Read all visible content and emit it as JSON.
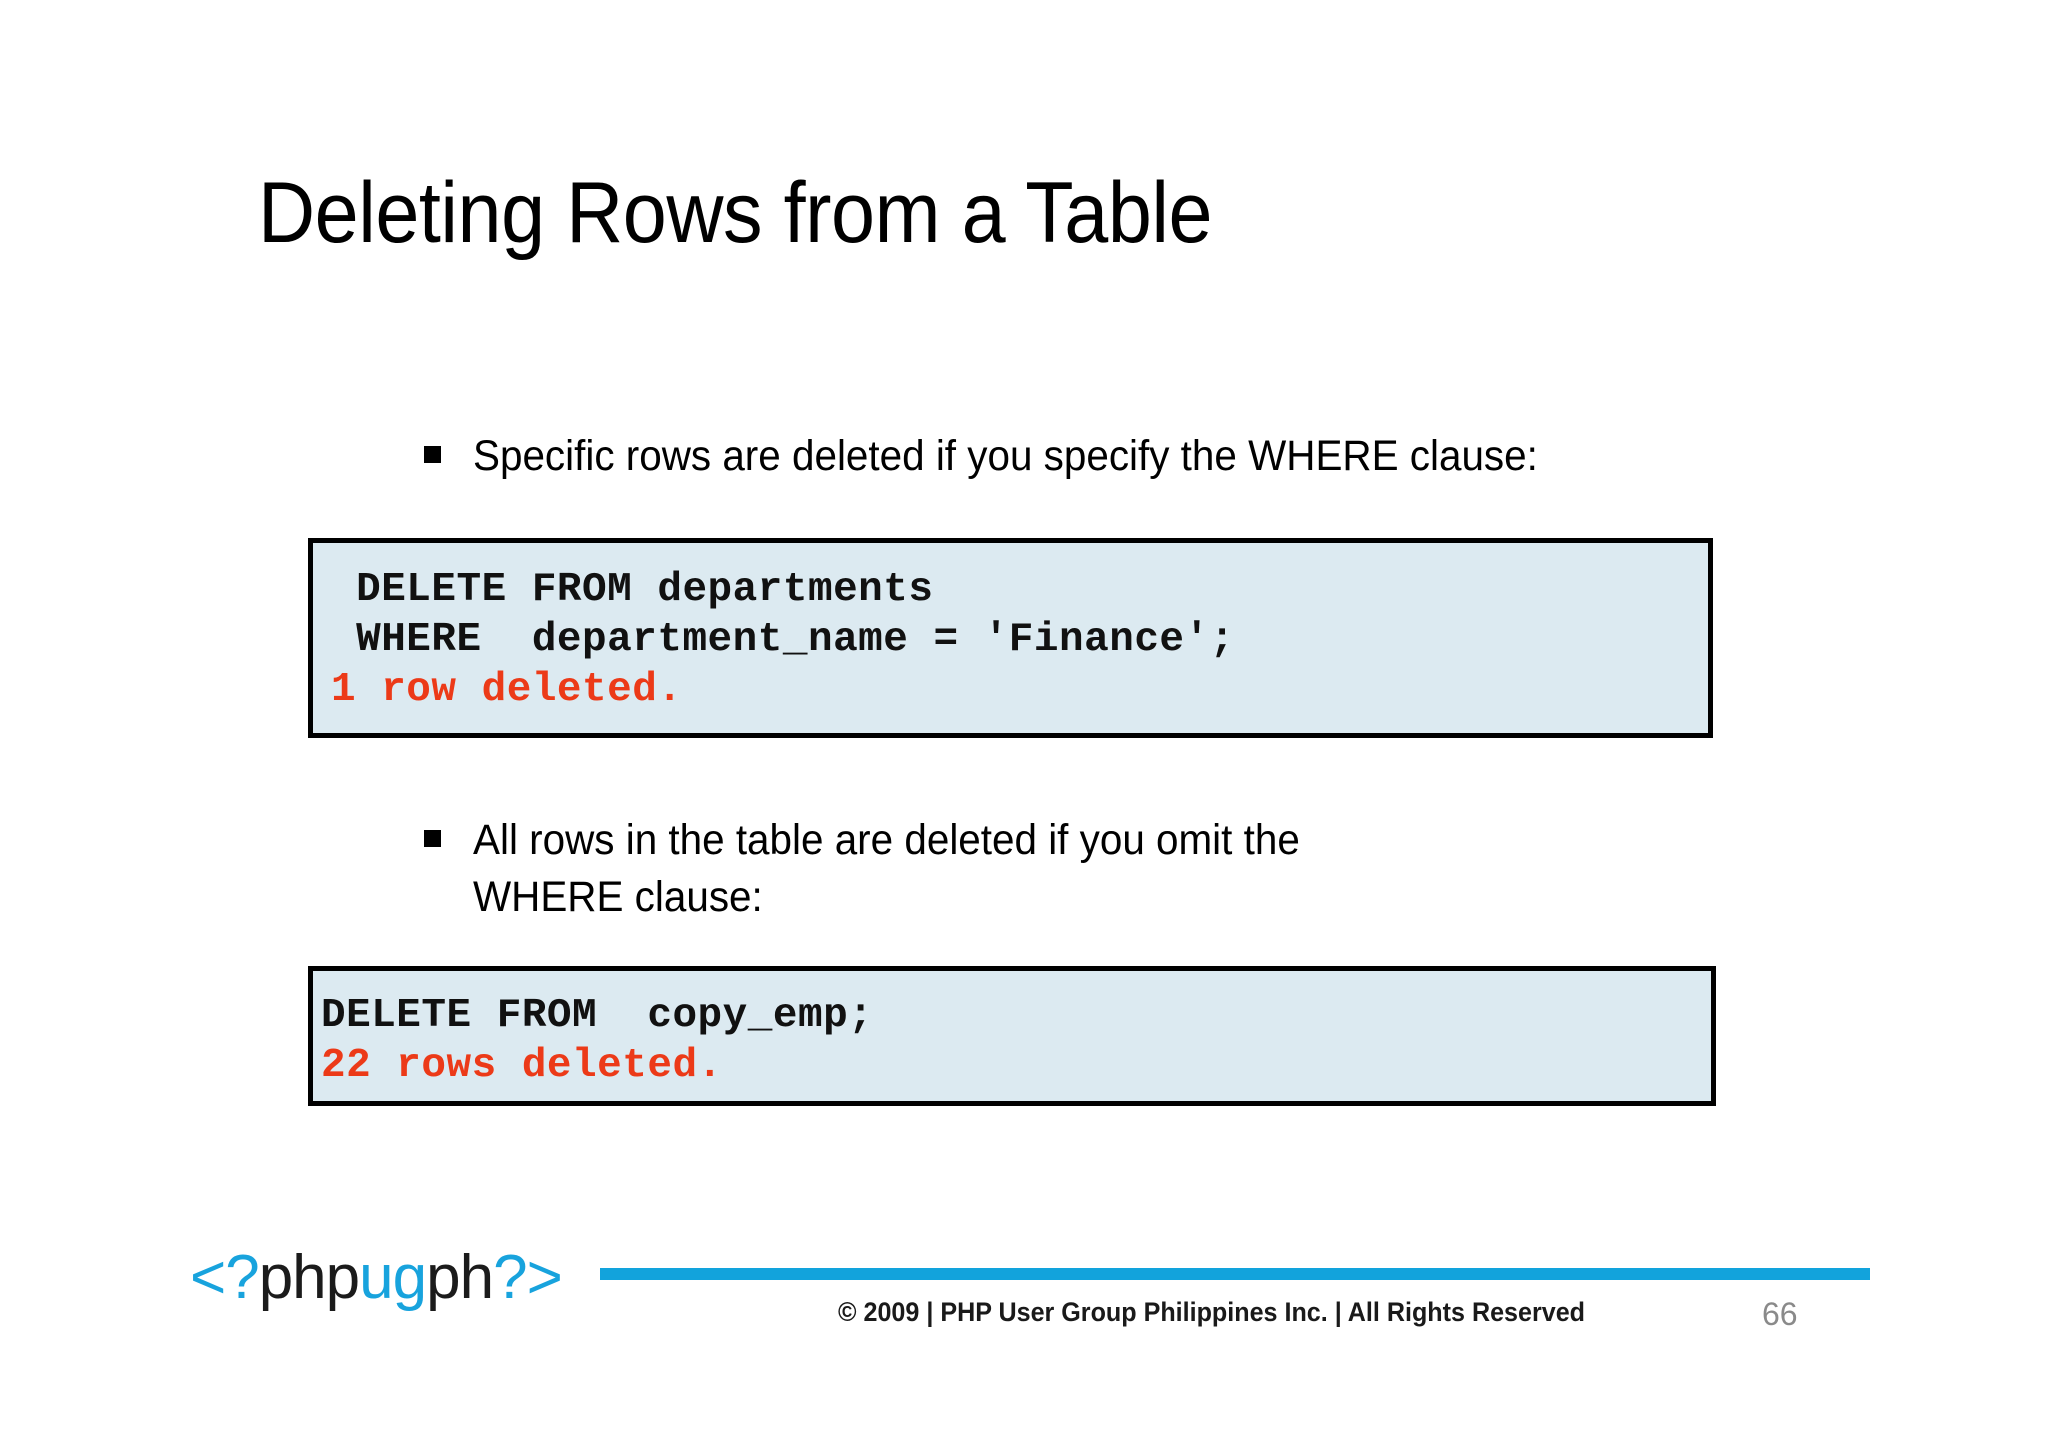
{
  "slide": {
    "title": "Deleting Rows from a Table",
    "page_number": "66",
    "background_color": "#ffffff",
    "bullets": [
      {
        "marker": "square-bullet",
        "text": "Specific rows are deleted if you specify the WHERE clause:"
      },
      {
        "marker": "square-bullet",
        "text": "All rows in the table are deleted if you omit the WHERE clause:"
      }
    ],
    "code_blocks": [
      {
        "background_color": "#dceaf1",
        "border_color": "#000000",
        "lines": [
          {
            "text": " DELETE FROM departments",
            "color": "#111111",
            "kind": "sql"
          },
          {
            "text": " WHERE  department_name = 'Finance';",
            "color": "#111111",
            "kind": "sql"
          },
          {
            "text": "1 row deleted.",
            "color": "#ec3a18",
            "kind": "result"
          }
        ]
      },
      {
        "background_color": "#dceaf1",
        "border_color": "#000000",
        "lines": [
          {
            "text": "DELETE FROM  copy_emp;",
            "color": "#111111",
            "kind": "sql"
          },
          {
            "text": "22 rows deleted.",
            "color": "#ec3a18",
            "kind": "result"
          }
        ]
      }
    ]
  },
  "footer": {
    "logo": {
      "part1": "<?",
      "part2": "php",
      "part3": "ug",
      "part4": "ph",
      "part5": "?>",
      "blue": "#18a3dd",
      "dark": "#1b1b1b"
    },
    "bar_color": "#12a3dc",
    "copyright": "© 2009 | PHP User Group Philippines Inc. | All Rights Reserved"
  }
}
